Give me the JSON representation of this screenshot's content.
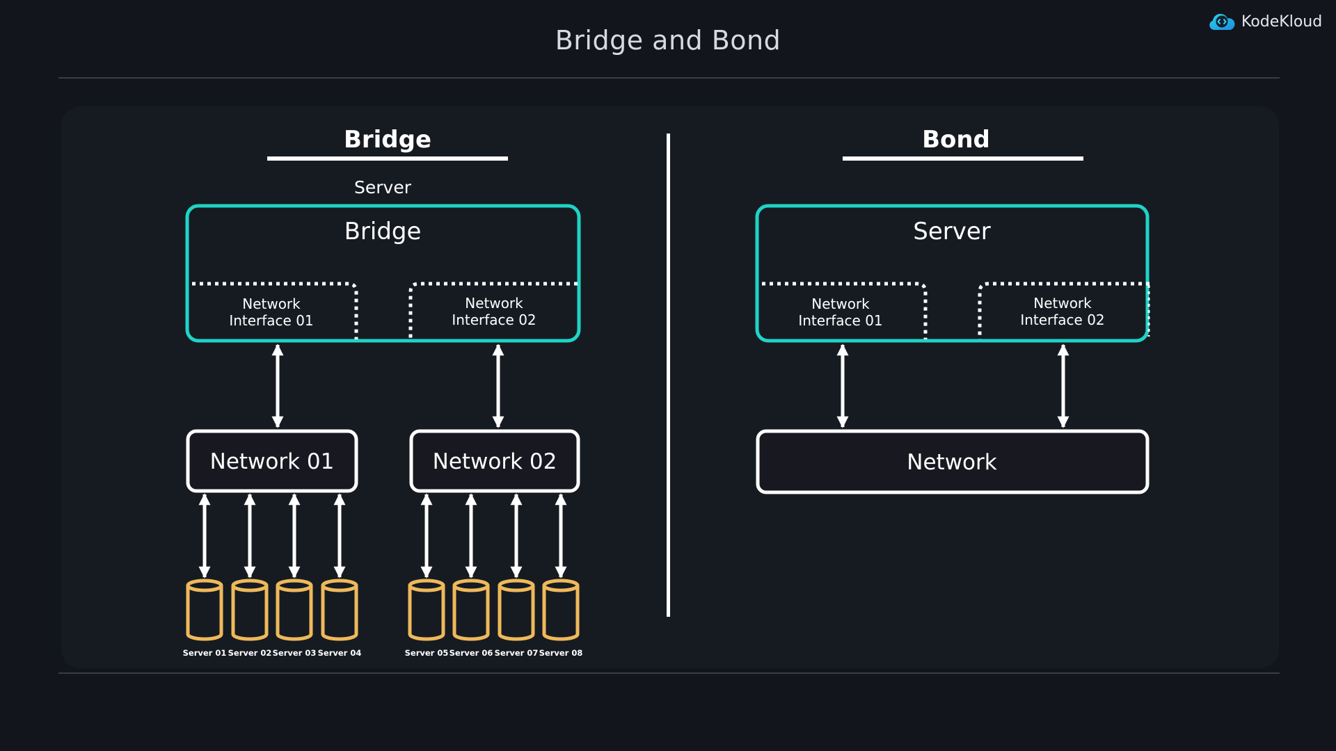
{
  "header": {
    "title": "Bridge and Bond",
    "brand": {
      "name": "KodeKloud",
      "icon": "cloud-code-icon"
    }
  },
  "colors": {
    "background": "#13151d",
    "panel": "#161b22",
    "accent_teal": "#1fd3c6",
    "server_gold": "#efb95a",
    "line": "#ffffff"
  },
  "bridge": {
    "heading": "Bridge",
    "container_label": "Server",
    "box_title": "Bridge",
    "interfaces": [
      {
        "line1": "Network",
        "line2": "Interface 01"
      },
      {
        "line1": "Network",
        "line2": "Interface 02"
      }
    ],
    "networks": [
      "Network 01",
      "Network 02"
    ],
    "servers": [
      "Server 01",
      "Server 02",
      "Server 03",
      "Server 04",
      "Server 05",
      "Server 06",
      "Server 07",
      "Server 08"
    ]
  },
  "bond": {
    "heading": "Bond",
    "box_title": "Server",
    "interfaces": [
      {
        "line1": "Network",
        "line2": "Interface 01"
      },
      {
        "line1": "Network",
        "line2": "Interface 02"
      }
    ],
    "network": "Network"
  }
}
